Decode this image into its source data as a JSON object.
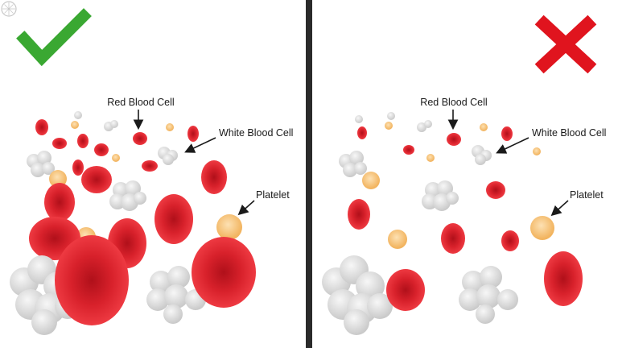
{
  "comparison": {
    "left": {
      "verdict": "correct",
      "verdict_icon": "checkmark-icon",
      "verdict_color": "#3aa832",
      "labels": {
        "red_blood_cell": "Red Blood Cell",
        "white_blood_cell": "White Blood Cell",
        "platelet": "Platelet"
      }
    },
    "right": {
      "verdict": "incorrect",
      "verdict_icon": "cross-icon",
      "verdict_color": "#e0141e",
      "labels": {
        "red_blood_cell": "Red Blood Cell",
        "white_blood_cell": "White Blood Cell",
        "platelet": "Platelet"
      }
    }
  },
  "colors": {
    "red_cell": "#d8212b",
    "white_cell": "#d9d9d9",
    "platelet": "#f6c27a",
    "divider": "#2a2a2a"
  }
}
